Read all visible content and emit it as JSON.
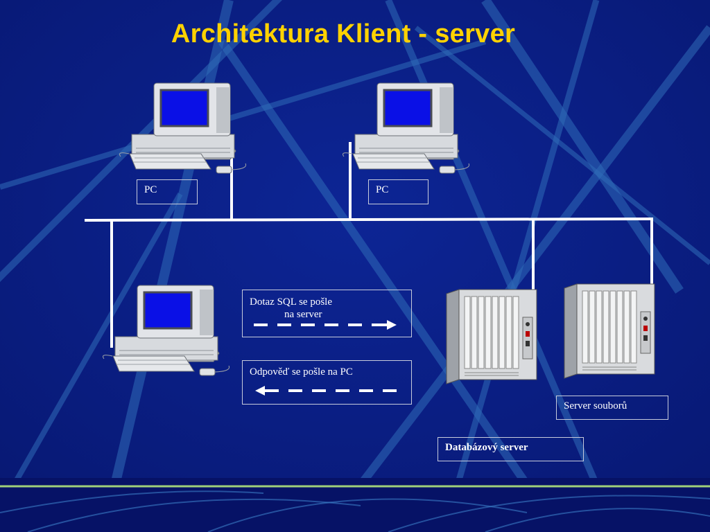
{
  "slide": {
    "title": "Architektura Klient - server",
    "colors": {
      "background": "#0a1e86",
      "title": "#ffd200",
      "lines": "#ffffff"
    }
  },
  "labels": {
    "pc1": "PC",
    "pc2": "PC",
    "query_line1": "Dotaz SQL se pošle",
    "query_line2": "na server",
    "response": "Odpověď se pošle  na PC",
    "file_server": "Server souborů",
    "db_server": "Databázový server"
  },
  "icons": [
    "computer-icon",
    "server-rack-icon",
    "arrow-right-icon",
    "arrow-left-icon"
  ]
}
